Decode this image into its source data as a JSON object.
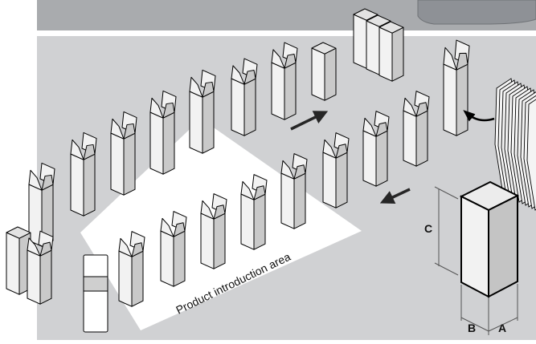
{
  "diagram": {
    "area_label": "Product introduction area",
    "dimension_labels": {
      "height": "C",
      "depth": "B",
      "width": "A"
    },
    "colors": {
      "band": "#a9abae",
      "floor": "#d0d1d3",
      "area": "#ffffff",
      "carton_front": "#f2f2f2",
      "carton_side": "#c9c9c9",
      "carton_top": "#e3e3e3",
      "dark_arrow": "#262626"
    }
  }
}
